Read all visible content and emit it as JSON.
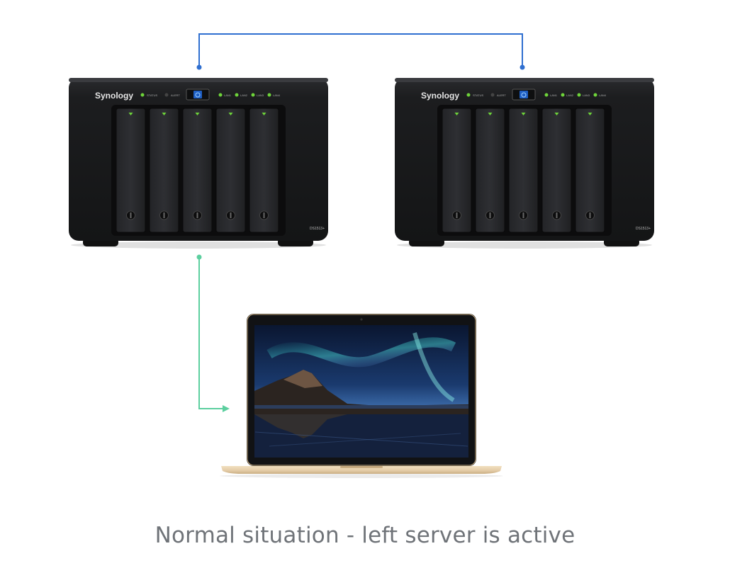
{
  "caption": "Normal situation - left server is active",
  "servers": [
    {
      "brand": "Synology",
      "status_label": "STATUS",
      "alert_label": "ALERT",
      "lan_labels": [
        "LAN1",
        "LAN2",
        "LAN3",
        "LAN4"
      ],
      "model": "DS1513+",
      "drive_bays": 5,
      "state": "active"
    },
    {
      "brand": "Synology",
      "status_label": "STATUS",
      "alert_label": "ALERT",
      "lan_labels": [
        "LAN1",
        "LAN2",
        "LAN3",
        "LAN4"
      ],
      "model": "DS1513+",
      "drive_bays": 5,
      "state": "passive"
    }
  ],
  "links": {
    "heartbeat_color": "#2f6fd0",
    "client_color": "#5ccf9f"
  },
  "colors": {
    "chassis": "#1b1c1e",
    "led_green": "#6ed43a",
    "power_blue": "#2d7de8",
    "laptop_gold": "#e3cba6"
  }
}
